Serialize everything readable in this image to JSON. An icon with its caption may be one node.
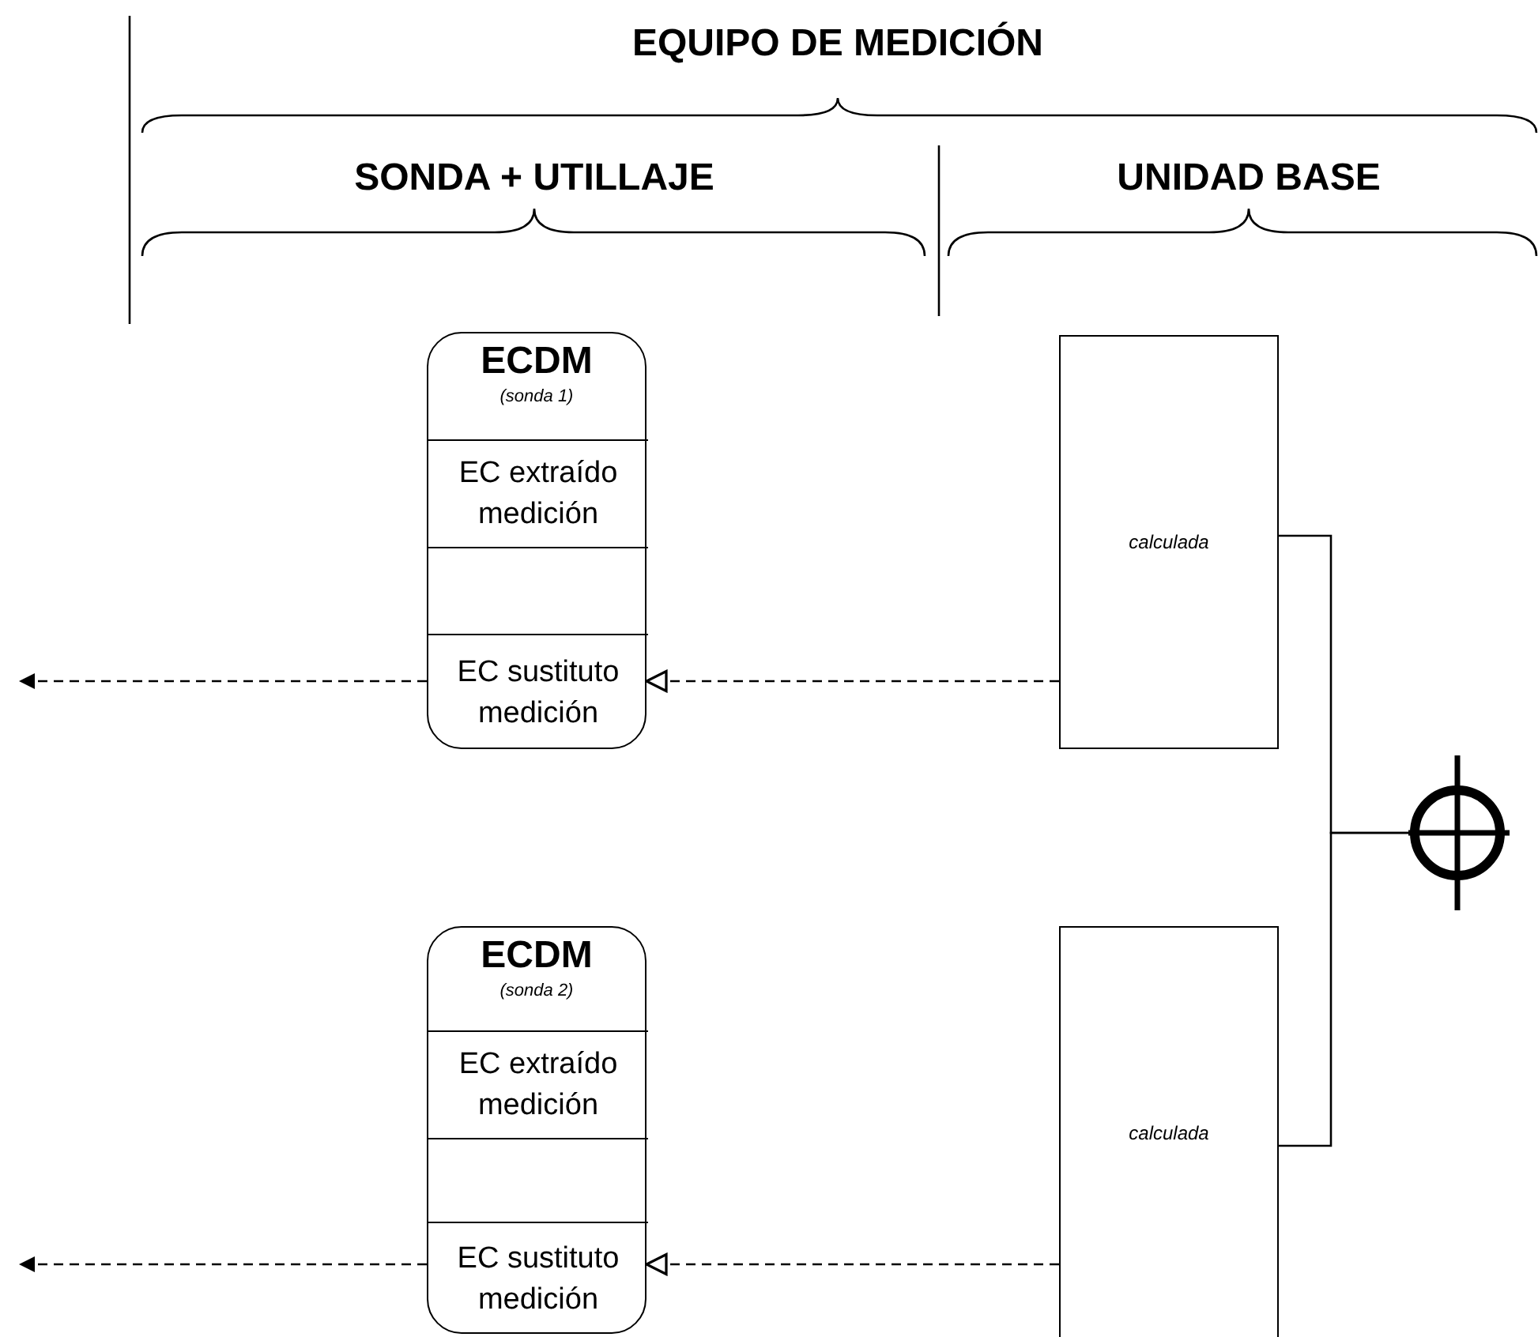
{
  "diagram": {
    "nodes": [
      {
        "text": [
          "ECDM",
          "(sonda 1)"
        ]
      },
      {
        "text": [
          "EC extraído medición"
        ],
        "in": 0
      },
      {
        "text": [],
        "shape": "box",
        "in": 0
      },
      {
        "text": [
          "EC sustituto medición"
        ],
        "in": 0
      },
      {
        "text": [
          "ECDM",
          "(sonda 2)"
        ]
      },
      {
        "text": [
          "EC extraído medición"
        ],
        "in": 4
      },
      {
        "text": [],
        "shape": "box",
        "in": 4
      },
      {
        "text": [
          "EC sustituto medición"
        ],
        "in": 4
      },
      {
        "text": [
          "calculada"
        ]
      },
      {
        "text": [
          "calculada"
        ]
      },
      {
        "text": [],
        "shape": "circle"
      }
    ],
    "edges": [
      {
        "from": 3,
        "to": null,
        "arrow": "to",
        "style": "dashed"
      },
      {
        "from": 8,
        "to": 3,
        "arrow": "to",
        "style": "dashed"
      },
      {
        "from": 7,
        "to": null,
        "arrow": "to",
        "style": "dashed"
      },
      {
        "from": 9,
        "to": 7,
        "arrow": "to",
        "style": "dashed"
      },
      {
        "from": 8,
        "to": 10,
        "arrow": "none"
      },
      {
        "from": 9,
        "to": 10,
        "arrow": "none"
      }
    ],
    "labels": [
      "EQUIPO DE MEDICIÓN",
      "SONDA + UTILLAJE",
      "UNIDAD BASE"
    ]
  }
}
